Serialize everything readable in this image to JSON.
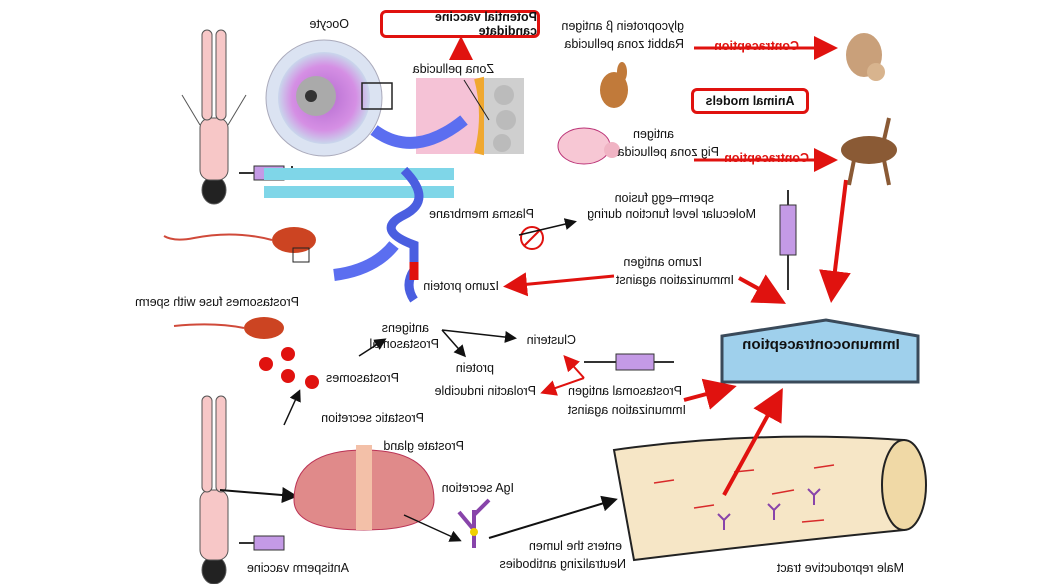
{
  "labels": {
    "oocyte": "Oocyte",
    "zona_pellucida": "Zona pellucida",
    "potential_vaccine": "Potential vaccine candidate",
    "rabbit_zp": "Rabbit zona pellucida",
    "glycoprotein": "glycoprotein β antigen",
    "contraception_1": "Contraception",
    "animal_models": "Animal models",
    "pig_zp": "Pig zona pellucida",
    "antigen": "antigen",
    "contraception_2": "Contraception",
    "plasma_membrane": "Plasma membrane",
    "molecular_level": "Molecular level function during",
    "sperm_egg_fusion": "sperm–egg fusion",
    "izumo_antigen": "Izumo antigen",
    "immunization_against_1": "Immunization against",
    "izumo_protein": "Izumo protein",
    "prostasomes_fuse": "Prostasomes fuse with sperm",
    "antigens": "antigens",
    "prostasomal": "Prostasomal",
    "clusterin": "Clusterin",
    "protein": "protein",
    "prostasomes": "Prostasomes",
    "prolactin_inducible": "Prolactin inducible",
    "prostasomal_antigen": "Prostasomal antigen",
    "immunization_against_2": "Immunization against",
    "immunocontraception": "Immunocontraception",
    "prostatic_secretion": "Prostatic secretion",
    "prostate_gland": "Prostate gland",
    "iga_secretion": "IgA secretion",
    "neutralizing_antibodies": "Neutralizing antibodies",
    "enters_lumen": "enters the lumen",
    "antisperm_vaccine": "Antisperm vaccine",
    "male_tract": "Male reproductive tract"
  },
  "colors": {
    "arrow_red": "#e0120f",
    "arrow_blue": "#5b6ef0",
    "immuno_fill": "#9fd0ec",
    "immuno_border": "#3a4a5a",
    "oocyte_purple": "#c77fd8",
    "skin": "#f7c7c7",
    "syringe": "#c49ae6"
  },
  "icons": [
    "female-figure-icon",
    "male-figure-icon",
    "oocyte-icon",
    "sperm-icon",
    "syringe-icon",
    "rabbit-icon",
    "pig-icon",
    "deer-icon",
    "horse-icon",
    "prostate-icon",
    "antibody-icon",
    "membrane-icon",
    "male-tract-icon"
  ]
}
